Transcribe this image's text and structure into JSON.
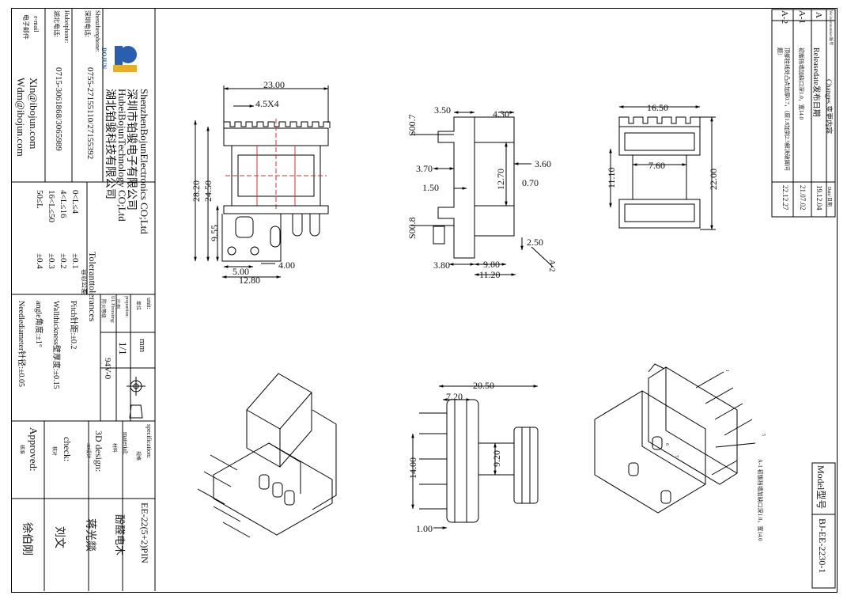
{
  "title_block": {
    "company_en_1": "ShenzhenBojunElectronics CO;Ltd",
    "company_cn_1": "深圳市铂骏电子有限公司",
    "company_en_2": "HubeiBojunTechnology CO;Ltd",
    "company_cn_2": "湖北铂骏科技有限公司",
    "logo_text": "BOJUN",
    "sz_phone_label_en": "Shenzhenphone:",
    "sz_phone_label_cn": "深圳电话:",
    "sz_phone": "0755-27155110/27155392",
    "hb_phone_label_en": "Hubeiphone:",
    "hb_phone_label_cn": "湖北电话:",
    "hb_phone": "0715-3061868/3065989",
    "email_label_en": "e-mail",
    "email_label_cn": "电子邮件",
    "email_1": "Xln@ibojun.com",
    "email_2": "Wdm@ibojun.com",
    "tolerance_title": "Toleranttolerances",
    "tolerance_title_cn": "容忍公差",
    "tolerances": [
      {
        "range": "0<L≤4",
        "tol": "±0.1"
      },
      {
        "range": "4<L≤16",
        "tol": "±0.2"
      },
      {
        "range": "16<L≤50",
        "tol": "±0.3"
      },
      {
        "range": "50≤L",
        "tol": "±0.4"
      }
    ],
    "pitch": "Pitch针距:±0.2",
    "wall": "Wallthickness壁厚度:±0.15",
    "angle": "angle角度:±1°",
    "needle": "Needlediameter针径:±0.05",
    "unit_label": "unit:",
    "unit_label_cn": "单位",
    "unit": "mm",
    "proportion_label": "proportion:",
    "proportion_label_cn": "比例",
    "proportion": "1/1",
    "fire_label": "UL Firerating:",
    "fire_label_cn": "防火等级",
    "fire": "94V-0",
    "spec_label": "specification:",
    "spec_label_cn": "规格",
    "spec": "EE-22(5+2)PIN",
    "material_label": "material:",
    "material_label_cn": "材料",
    "material": "酚醛电木",
    "design_label": "3D design:",
    "design_label_cn": "3D设计",
    "designer": "蒋光燚",
    "check_label": "check:",
    "check_label_cn": "核对",
    "checker": "刘文",
    "approved_label": "Approved:",
    "approved_label_cn": "核准",
    "approver": "徐伯刚"
  },
  "revision": {
    "head_ver": "Ver.isionnumber/版号",
    "head_changes": "Changes 变更内容",
    "head_date": "Date/日期",
    "rows": [
      {
        "ver": "A",
        "change": "Releasedate发布日期",
        "date": "19.12.04"
      },
      {
        "ver": "A-1",
        "change": "初版挡墙加缺口深1.0，宽14.0",
        "date": "21.07.02"
      },
      {
        "ver": "A-2",
        "change": "顶部挂线处凸点加厚0.7，（原1.8加到2.5解决破脚问题）",
        "date": "22.12.27"
      }
    ]
  },
  "model": {
    "label": "Model型号",
    "value": "BJ-EE-2230-1"
  },
  "note_a1": "A-1 初版挡墙加缺口深1.0，宽14.0",
  "dims": {
    "v1": [
      "23.00",
      "4.5X4",
      "24.50",
      "28.20",
      "9.55",
      "5.00",
      "12.80",
      "4.00"
    ],
    "v2": [
      "3.50",
      "4.30",
      "S00.7",
      "3.70",
      "12.70",
      "3.60",
      "0.70",
      "1.50",
      "S00.8",
      "2.50",
      "3.80",
      "9.00",
      "11.20",
      "A-2"
    ],
    "v3": [
      "16.50",
      "11.10",
      "7.60",
      "22.00"
    ],
    "v4": [
      "20.50",
      "7.20",
      "14.00",
      "9.20",
      "1.00"
    ]
  },
  "pin_labels": [
    "1",
    "5",
    "6",
    "7"
  ]
}
